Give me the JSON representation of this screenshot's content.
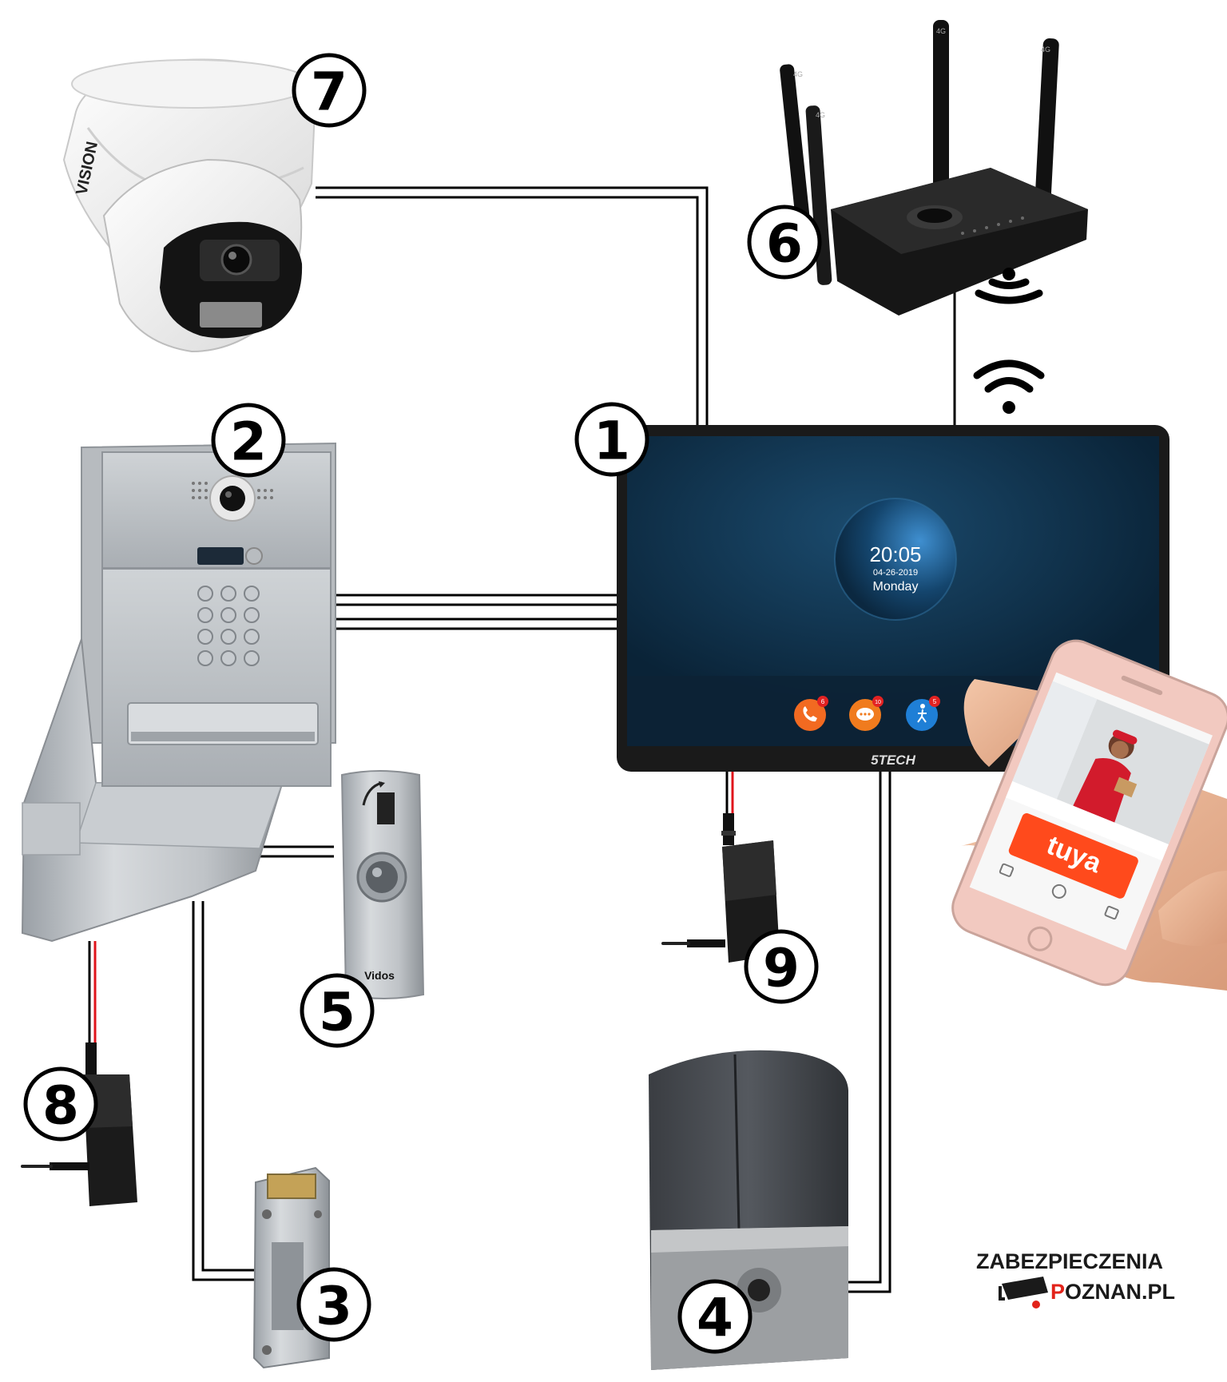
{
  "badges": [
    "1",
    "2",
    "3",
    "4",
    "5",
    "6",
    "7",
    "8",
    "9"
  ],
  "monitor": {
    "time": "20:05",
    "date": "04-26-2019",
    "day": "Monday",
    "brand": "5TECH",
    "app_badges": [
      "6",
      "10",
      "5"
    ]
  },
  "camera": {
    "brand": "VISION"
  },
  "exit_button": {
    "brand": "Vidos"
  },
  "router": {
    "antenna_labels": [
      "4G",
      "4G",
      "4G",
      "4G"
    ]
  },
  "phone": {
    "app_name": "tuya"
  },
  "logo": {
    "line1": "ZABEZPIECZENIA",
    "line2": "POZNAN.PL"
  },
  "colors": {
    "wire": "#000000",
    "power_wire": "#e0141b",
    "tuya": "#ff4a1c",
    "monitor_screen": "#0d2c44",
    "logo_accent": "#e2231a"
  }
}
